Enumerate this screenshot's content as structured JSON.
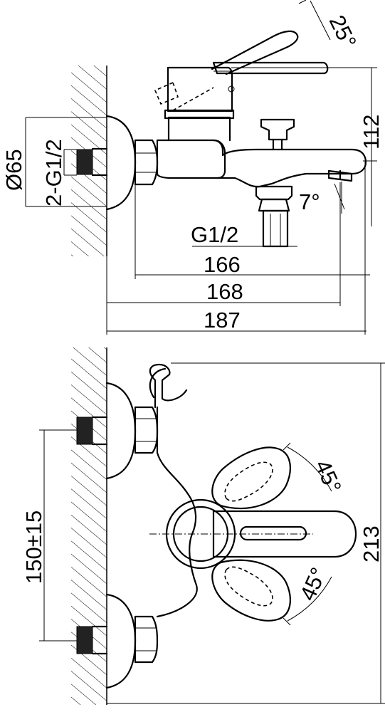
{
  "dimensions": {
    "lever_angle": "25°",
    "height": "112",
    "cover_diameter": "Ø65",
    "inlet_thread": "2-G1/2",
    "spout_angle": "7°",
    "outlet_thread": "G1/2",
    "len_166": "166",
    "len_168": "168",
    "len_187": "187",
    "centers": "150±15",
    "depth": "213",
    "rot_upper": "45°",
    "rot_lower": "45°"
  }
}
